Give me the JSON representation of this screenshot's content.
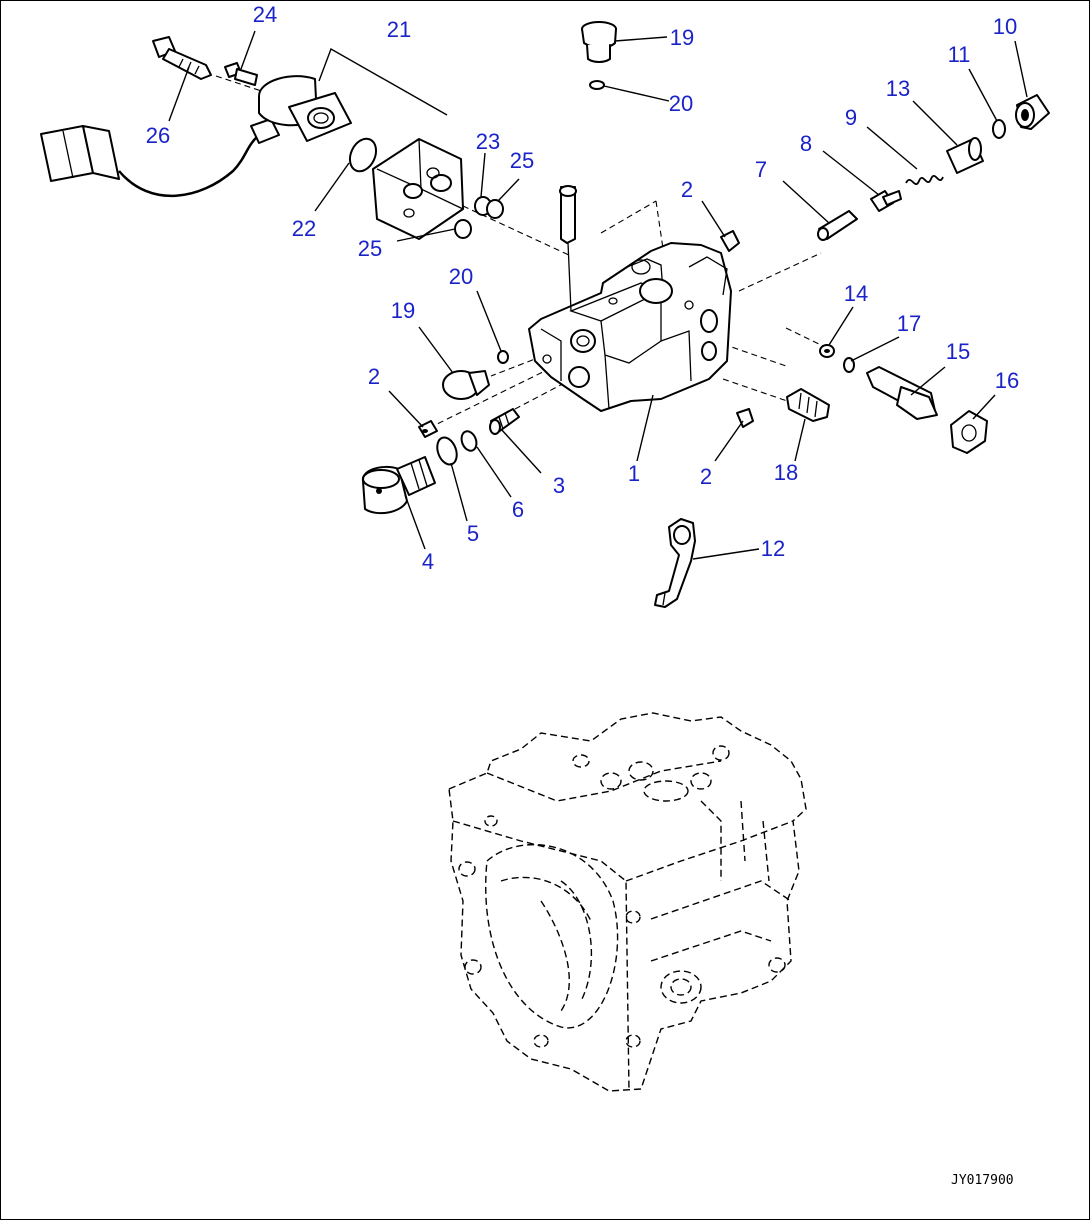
{
  "drawing_number": "JY017900",
  "colors": {
    "callout": "#1a23c8",
    "line": "#000000",
    "background": "#ffffff"
  },
  "callouts": [
    "26",
    "24",
    "21",
    "22",
    "23",
    "25",
    "25",
    "19",
    "20",
    "2",
    "7",
    "8",
    "9",
    "13",
    "11",
    "10",
    "20",
    "19",
    "2",
    "14",
    "17",
    "15",
    "16",
    "3",
    "6",
    "5",
    "4",
    "1",
    "2",
    "18",
    "12"
  ]
}
